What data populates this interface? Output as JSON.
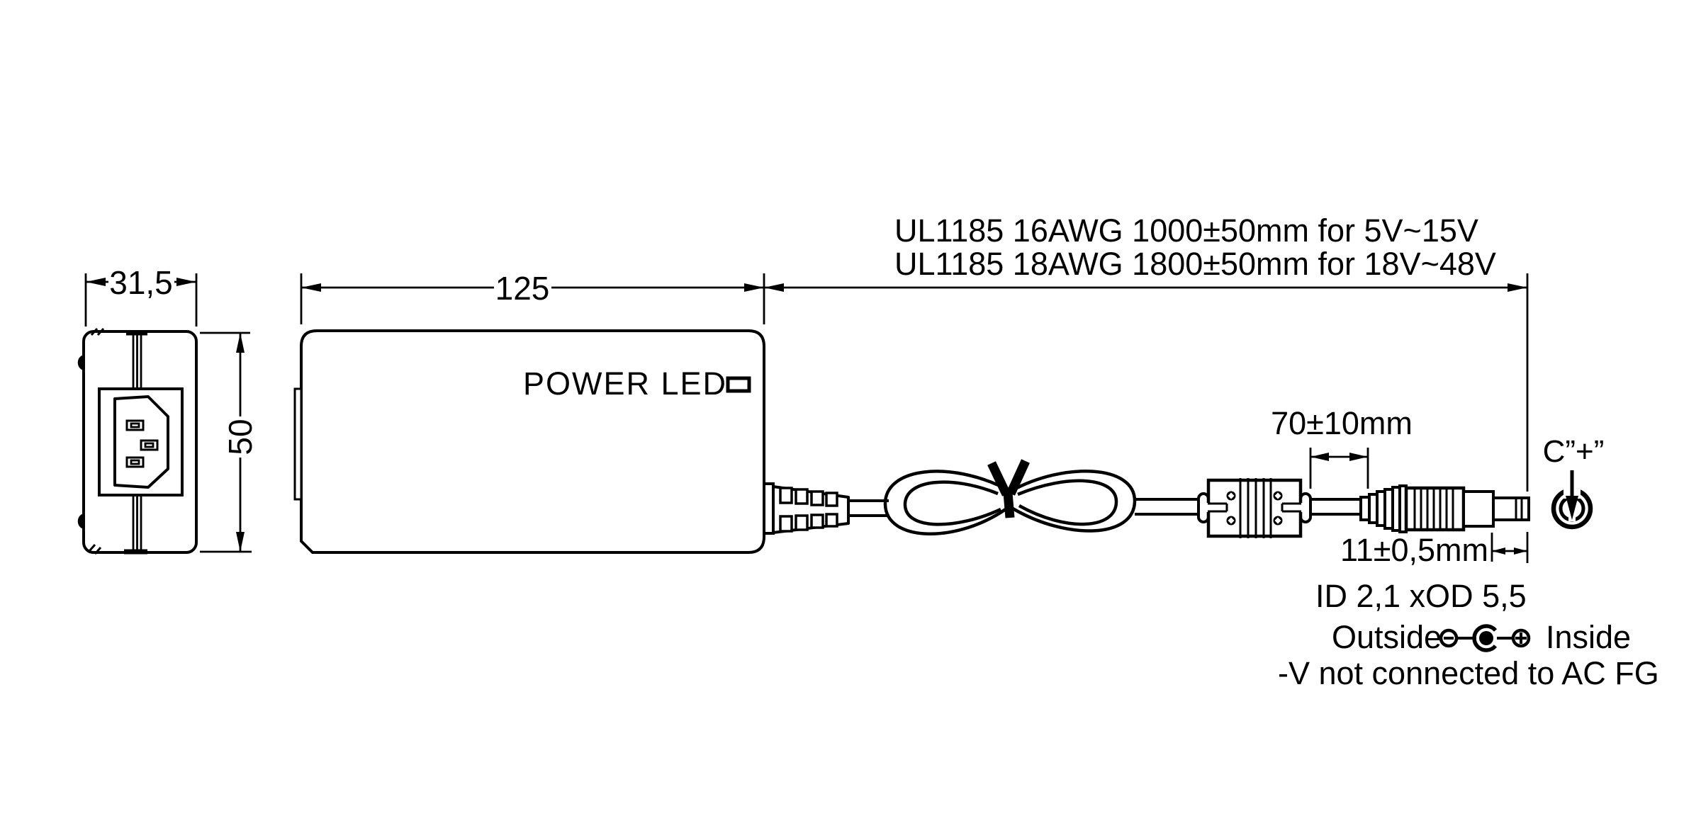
{
  "colors": {
    "ink": "#000000",
    "paper": "#ffffff"
  },
  "side_view": {
    "width_dim": "31,5",
    "height_dim": "50"
  },
  "top_view": {
    "length_dim": "125",
    "power_led_label": "POWER LED"
  },
  "cable": {
    "spec_line_1": "UL1185 16AWG 1000±50mm for 5V~15V",
    "spec_line_2": "UL1185 18AWG 1800±50mm for 18V~48V",
    "ferrite_to_plug_dim": "70±10mm"
  },
  "dc_plug": {
    "barrel_dim": "11±0,5mm",
    "size_label": "ID 2,1 xOD 5,5",
    "center_polarity_label": "C”+”",
    "polarity": {
      "outside_label": "Outside",
      "inside_label": "Inside"
    },
    "note": "-V not connected to AC FG"
  }
}
